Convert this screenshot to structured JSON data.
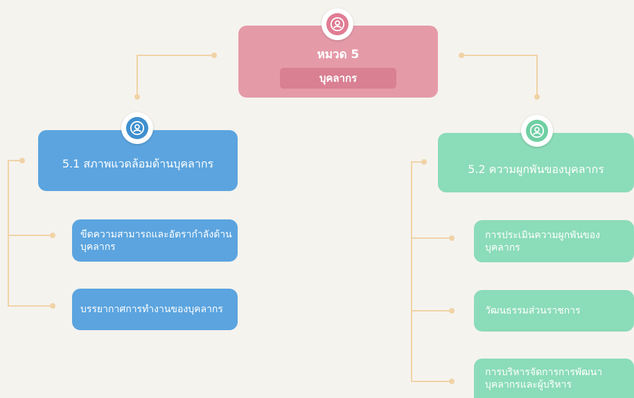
{
  "root": {
    "title": "หมวด 5",
    "subtitle": "บุคลากร"
  },
  "left": {
    "heading": "5.1 สภาพแวดล้อมด้านบุคลากร",
    "items": [
      {
        "label": "ขีดความสามารถและอัตรากำลังด้านบุคลากร"
      },
      {
        "label": "บรรยากาศการทำงานของบุคลากร"
      }
    ]
  },
  "right": {
    "heading": "5.2 ความผูกพันของบุคลากร",
    "items": [
      {
        "label": "การประเมินความผูกพันของบุคลากร"
      },
      {
        "label": "วัฒนธรรมส่วนราชการ"
      },
      {
        "label": "การบริหารจัดการการพัฒนาบุคลากรและผู้บริหาร"
      }
    ]
  },
  "colors": {
    "root": "#e59aa8",
    "left": "#5ba4df",
    "right": "#8bdcb8",
    "connector": "#f0d3a6",
    "background": "#f5f3ee"
  },
  "icons": {
    "node_icon": "person-in-circle-icon"
  }
}
